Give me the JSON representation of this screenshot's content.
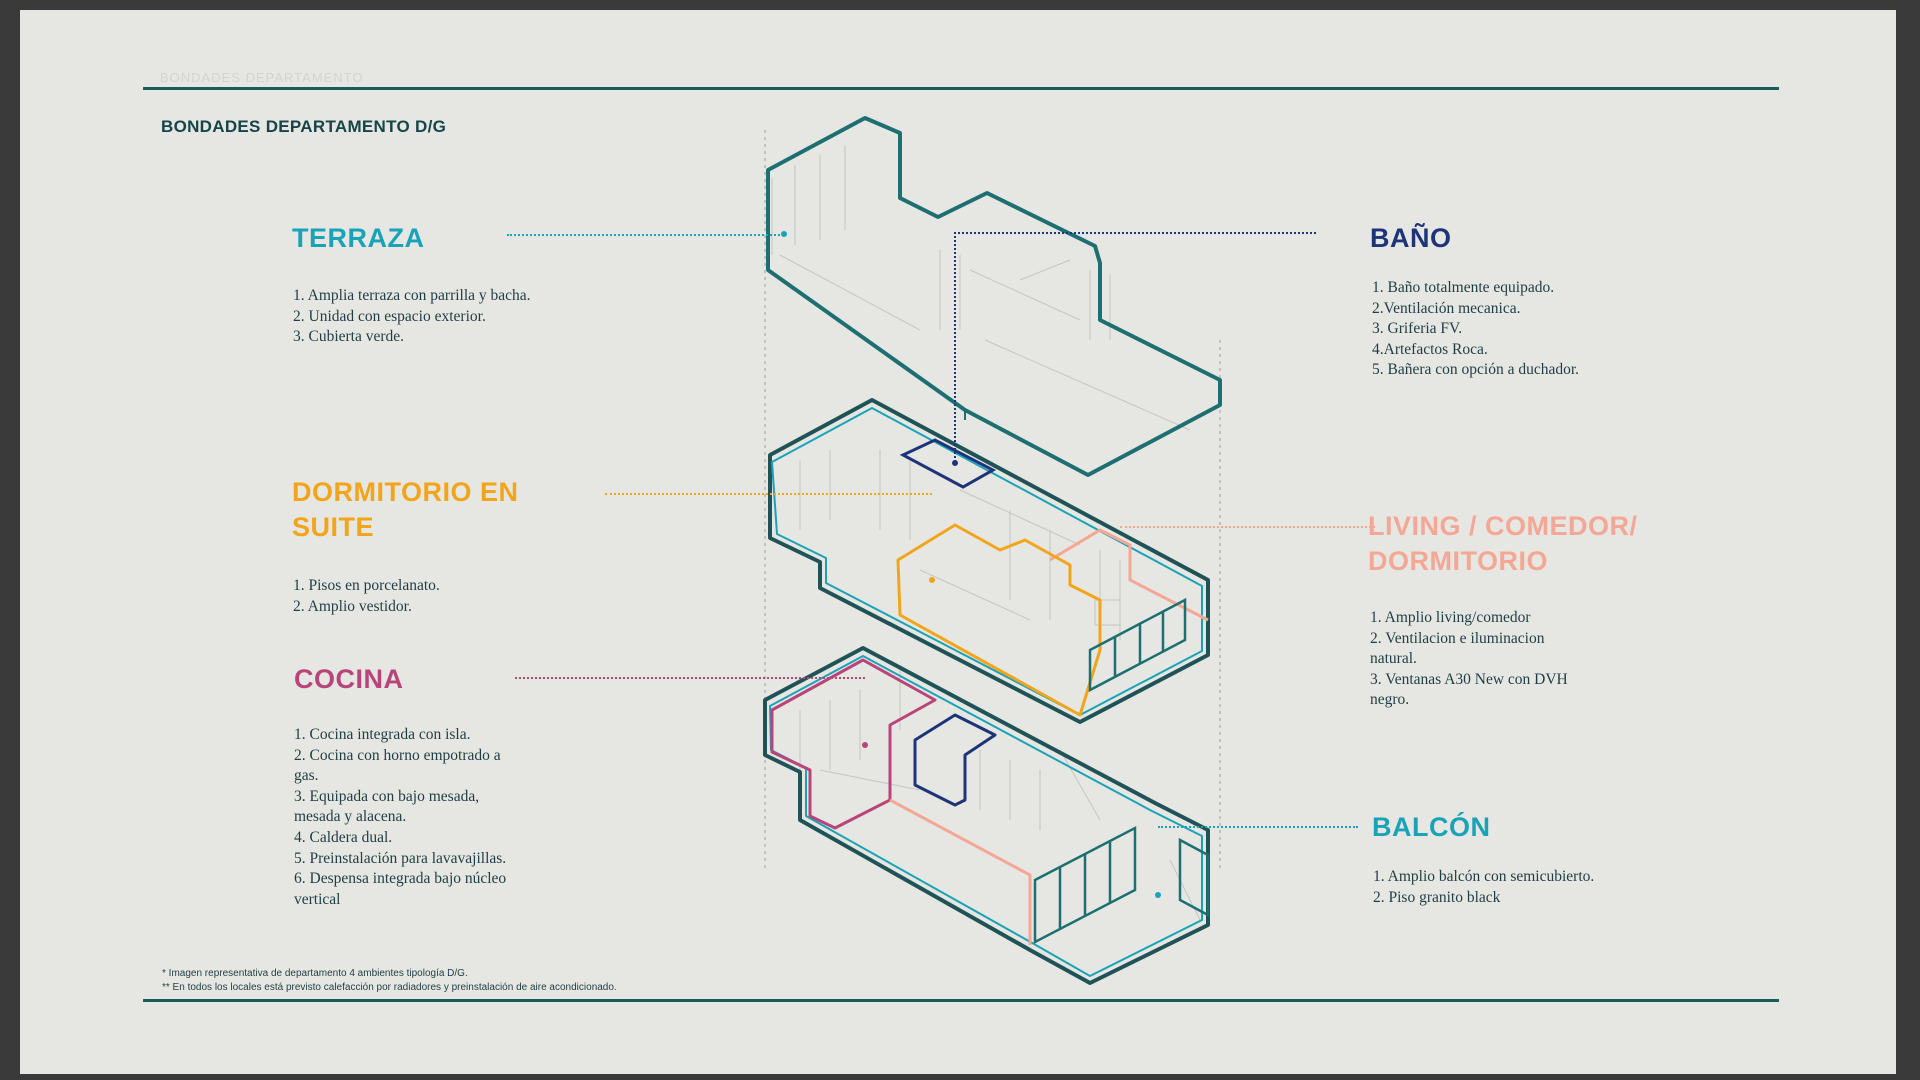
{
  "page_title": "BONDADES DEPARTAMENTO D/G",
  "faint_header": "BONDADES DEPARTAMENTO",
  "colors": {
    "terraza": "#1aa3b8",
    "bano": "#1e3478",
    "dormitorio": "#f2a51a",
    "living": "#f4a795",
    "cocina": "#b8447a",
    "balcon": "#1aa3b8",
    "rule": "#1d5a5c",
    "outline": "#1d6f72"
  },
  "sections": {
    "terraza": {
      "title": "TERRAZA",
      "items": [
        "1. Amplia terraza con parrilla y bacha.",
        "2. Unidad con espacio exterior.",
        "3. Cubierta verde."
      ]
    },
    "bano": {
      "title": "BAÑO",
      "items": [
        "1. Baño totalmente equipado.",
        "2.Ventilación mecanica.",
        "3. Griferia FV.",
        "4.Artefactos Roca.",
        "5. Bañera con opción a duchador."
      ]
    },
    "dormitorio": {
      "title": "DORMITORIO EN SUITE",
      "items": [
        "1. Pisos en porcelanato.",
        "2. Amplio vestidor."
      ]
    },
    "living": {
      "title": "LIVING / COMEDOR/ DORMITORIO",
      "items": [
        "1. Amplio living/comedor",
        "2. Ventilacion e iluminacion natural.",
        "3. Ventanas A30 New con DVH negro."
      ]
    },
    "cocina": {
      "title": "COCINA",
      "items": [
        "1. Cocina integrada con isla.",
        "2. Cocina con horno empotrado a gas.",
        "3. Equipada con bajo mesada, mesada y alacena.",
        "4. Caldera dual.",
        "5. Preinstalación para lavavajillas.",
        "6. Despensa integrada bajo núcleo vertical"
      ]
    },
    "balcon": {
      "title": "BALCÓN",
      "items": [
        "1. Amplio balcón con semicubierto.",
        "2. Piso granito black"
      ]
    }
  },
  "footnotes": [
    "* Imagen representativa de departamento 4 ambientes tipología D/G.",
    "** En todos los locales está previsto calefacción por radiadores y preinstalación de aire acondicionado."
  ]
}
